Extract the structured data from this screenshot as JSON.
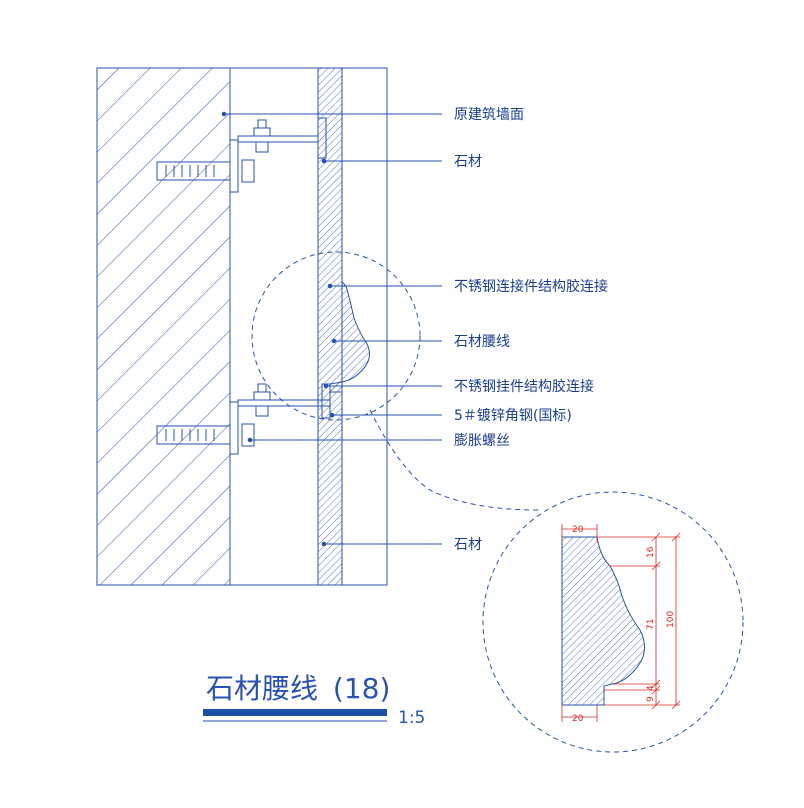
{
  "labels": {
    "wall": "原建筑墙面",
    "stone_top": "石材",
    "ss_connector": "不锈钢连接件结构胶连接",
    "waistline": "石材腰线",
    "ss_hanger": "不锈钢挂件结构胶连接",
    "angle_steel": "5＃镀锌角钢(国标)",
    "bolt": "膨胀螺丝",
    "stone_bottom": "石材"
  },
  "detail_dims": {
    "top_width": "20",
    "bottom_width": "20",
    "d16": "16",
    "d71": "71",
    "d100": "100",
    "d4": "4",
    "d9": "9"
  },
  "title": {
    "name": "石材腰线",
    "number": "(18)",
    "scale": "1:5"
  },
  "colors": {
    "line": "#2a52b0",
    "leader": "#1a3f8f",
    "dimension": "#d42a2a",
    "title_bar": "#1d4fa8"
  }
}
